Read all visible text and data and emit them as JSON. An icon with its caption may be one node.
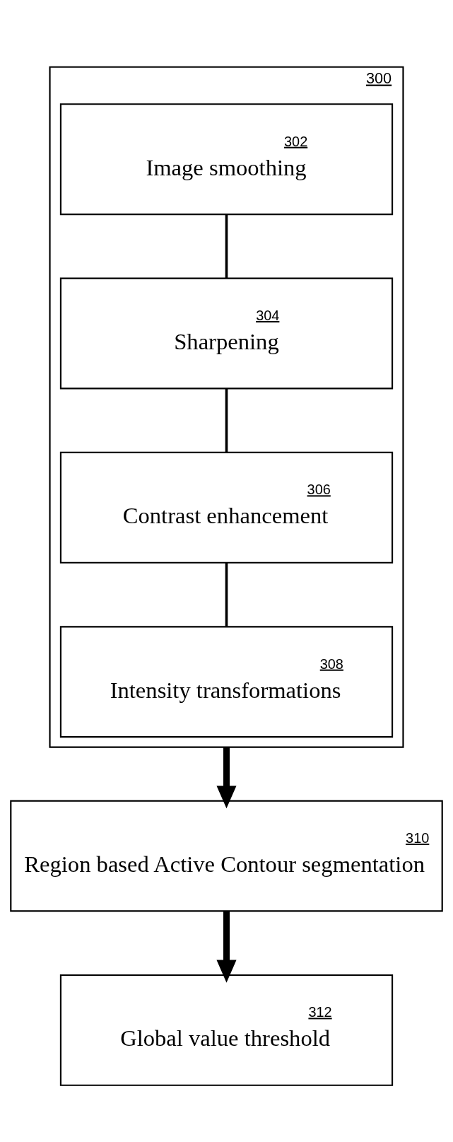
{
  "diagram": {
    "nodes": [
      {
        "text": [
          "300"
        ]
      },
      {
        "text": [
          "302",
          "Image smoothing"
        ],
        "in": 0
      },
      {
        "text": [
          "304",
          "Sharpening"
        ],
        "in": 0
      },
      {
        "text": [
          "306",
          "Contrast enhancement"
        ],
        "in": 0
      },
      {
        "text": [
          "308",
          "Intensity transformations"
        ],
        "in": 0
      },
      {
        "text": [
          "310",
          "Region based Active Contour segmentation"
        ]
      },
      {
        "text": [
          "312",
          "Global value threshold"
        ]
      }
    ],
    "edges": [
      {
        "from": 1,
        "to": 2,
        "arrow": "none"
      },
      {
        "from": 2,
        "to": 3,
        "arrow": "none"
      },
      {
        "from": 3,
        "to": 4,
        "arrow": "none"
      },
      {
        "from": 0,
        "to": 5,
        "arrow": "to",
        "style": "thick"
      },
      {
        "from": 5,
        "to": 6,
        "arrow": "to",
        "style": "thick"
      }
    ]
  }
}
